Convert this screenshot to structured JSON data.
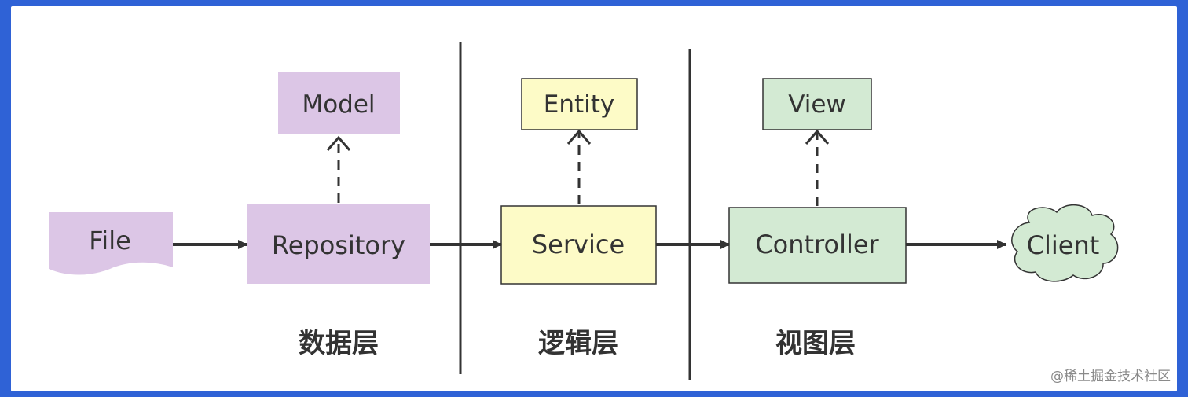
{
  "nodes": {
    "file": "File",
    "repository": "Repository",
    "model": "Model",
    "service": "Service",
    "entity": "Entity",
    "controller": "Controller",
    "view": "View",
    "client": "Client"
  },
  "layers": {
    "data": "数据层",
    "logic": "逻辑层",
    "view": "视图层"
  },
  "watermark": "@稀土掘金技术社区",
  "colors": {
    "purple": "#dcc6e6",
    "yellow": "#fdfbc7",
    "green": "#d3ead3",
    "line": "#333333"
  }
}
